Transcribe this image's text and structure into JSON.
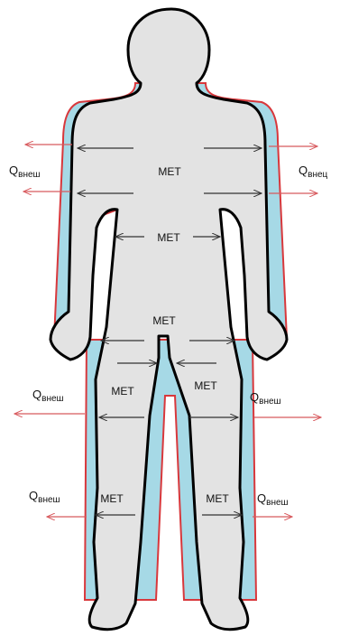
{
  "diagram": {
    "met_label": "МЕТ",
    "q_left_upper": {
      "main": "Q",
      "sub": "внеш"
    },
    "q_right_upper": {
      "main": "Q",
      "sub": "внец"
    },
    "q_left_mid": {
      "main": "Q",
      "sub": "внеш"
    },
    "q_right_mid": {
      "main": "Q",
      "sub": "внеш"
    },
    "q_left_low": {
      "main": "Q",
      "sub": "внеш"
    },
    "q_right_low": {
      "main": "Q",
      "sub": "внеш"
    }
  },
  "colors": {
    "body_fill": "#e3e3e3",
    "body_outline": "#000000",
    "clothing_layer": "#a6d9e6",
    "clothing_outline": "#d8383c",
    "internal_arrow": "#333333",
    "external_arrow": "#d85a5e"
  }
}
